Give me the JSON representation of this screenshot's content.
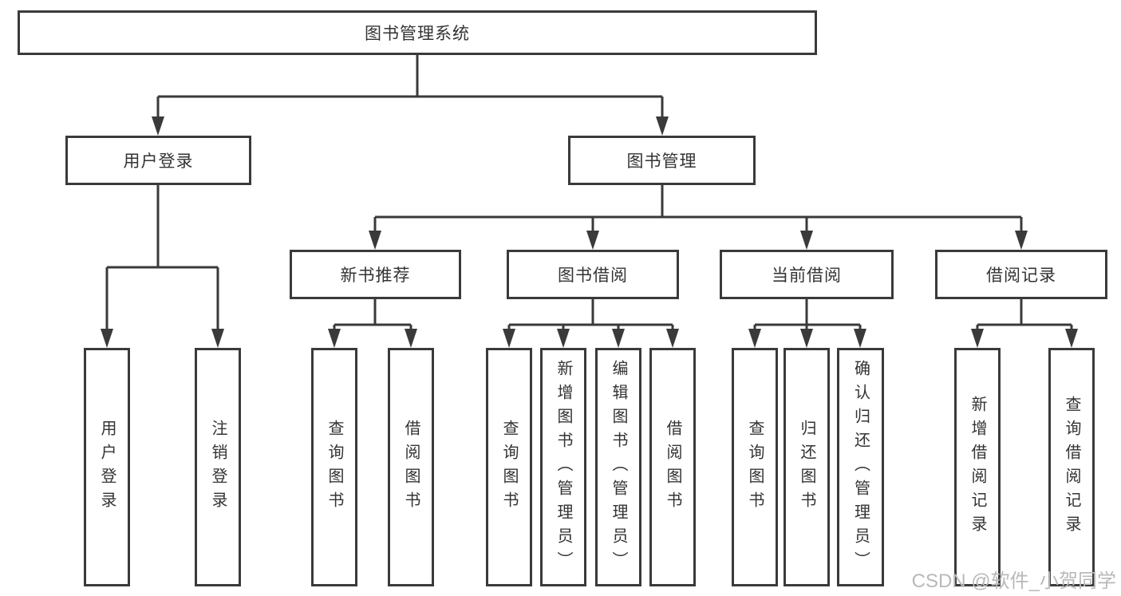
{
  "tree": {
    "root": {
      "label": "图书管理系统"
    },
    "children": [
      {
        "label": "用户登录",
        "children": [
          {
            "label": "用户登录"
          },
          {
            "label": "注销登录"
          }
        ]
      },
      {
        "label": "图书管理",
        "children": [
          {
            "label": "新书推荐",
            "children": [
              {
                "label": "查询图书"
              },
              {
                "label": "借阅图书"
              }
            ]
          },
          {
            "label": "图书借阅",
            "children": [
              {
                "label": "查询图书"
              },
              {
                "label": "新增图书（管理员）"
              },
              {
                "label": "编辑图书（管理员）"
              },
              {
                "label": "借阅图书"
              }
            ]
          },
          {
            "label": "当前借阅",
            "children": [
              {
                "label": "查询图书"
              },
              {
                "label": "归还图书"
              },
              {
                "label": "确认归还（管理员）"
              }
            ]
          },
          {
            "label": "借阅记录",
            "children": [
              {
                "label": "新增借阅记录"
              },
              {
                "label": "查询借阅记录"
              }
            ]
          }
        ]
      }
    ]
  },
  "watermark": {
    "text": "CSDN @软件_小贺同学"
  },
  "colors": {
    "line": "#3a3a3a",
    "text": "#333333",
    "watermark": "#b9b9b9",
    "bg": "#ffffff"
  }
}
